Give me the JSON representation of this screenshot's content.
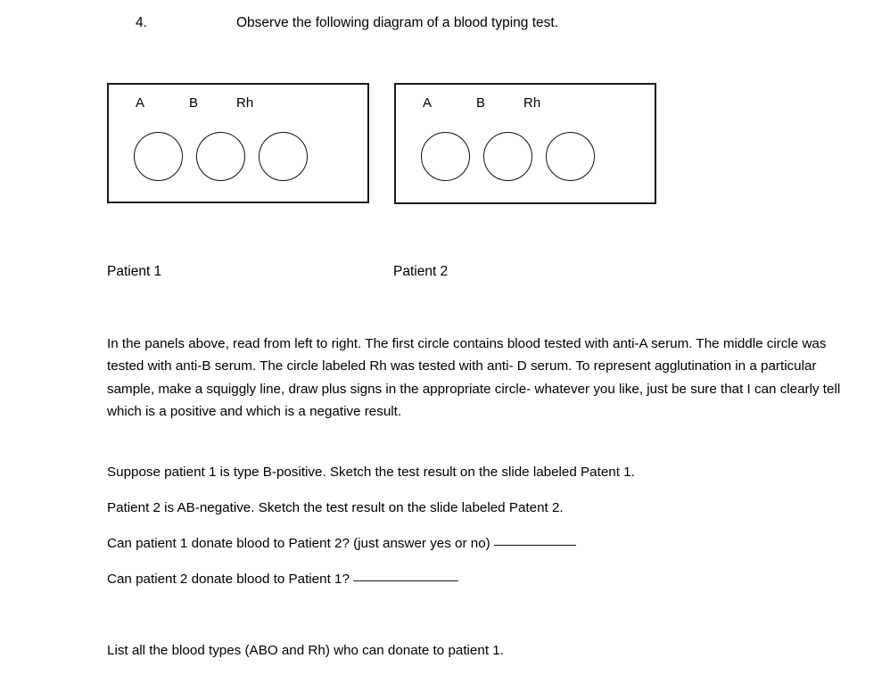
{
  "question": {
    "number": "4.",
    "prompt": "Observe the following diagram of a blood typing test."
  },
  "diagram": {
    "panels": [
      {
        "id": "patient-1",
        "caption": "Patient 1",
        "wells": [
          {
            "label": "A",
            "serum": "anti-A",
            "result": ""
          },
          {
            "label": "B",
            "serum": "anti-B",
            "result": ""
          },
          {
            "label": "Rh",
            "serum": "anti-D",
            "result": ""
          }
        ]
      },
      {
        "id": "patient-2",
        "caption": "Patient 2",
        "wells": [
          {
            "label": "A",
            "serum": "anti-A",
            "result": ""
          },
          {
            "label": "B",
            "serum": "anti-B",
            "result": ""
          },
          {
            "label": "Rh",
            "serum": "anti-D",
            "result": ""
          }
        ]
      }
    ]
  },
  "body": {
    "instructions": "In the panels above, read from left to right. The first circle contains blood tested with anti-A serum. The middle circle was tested with anti-B serum. The circle labeled Rh was tested with anti- D serum. To represent agglutination in a particular sample, make a squiggly line, draw plus signs in the appropriate circle- whatever you like, just be sure that I can clearly tell which is a positive and which is a negative result.",
    "patient1_task": "Suppose patient 1 is type B-positive. Sketch the test result on the slide labeled Patent 1.",
    "patient2_task": "Patient 2 is AB-negative. Sketch the test result on the slide labeled Patent 2.",
    "donate_q1_text": "Can patient 1 donate blood to Patient 2? (just answer yes or no)",
    "donate_q1_answer": "",
    "donate_q2_text": "Can patient 2 donate blood to Patient 1?",
    "donate_q2_answer": "",
    "list_types": "List all the blood types (ABO and Rh) who can donate to patient 1."
  },
  "colors": {
    "page_background": "#ffffff",
    "text": "#000000",
    "panel_border": "#1a1a1a",
    "circle_stroke": "#111111"
  }
}
